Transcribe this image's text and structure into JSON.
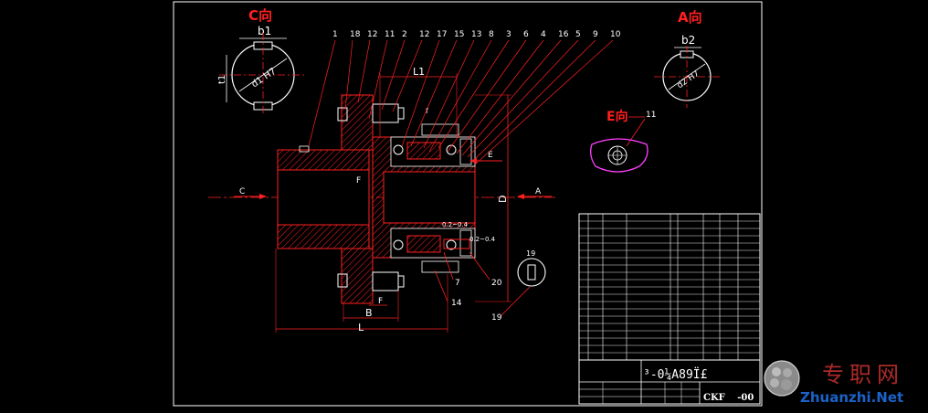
{
  "drawing": {
    "title_block_text": "³-0¼A89Ï£",
    "drawing_number": "CKF　 -00",
    "view_c_label": "C向",
    "view_a_label": "A向",
    "view_e_label": "E向",
    "dim_b1": "b1",
    "dim_b2": "b2",
    "dim_t1": "t1",
    "dim_d1_h7": "d1 H7",
    "dim_d2_h7": "d2 H7",
    "dim_l1": "L1",
    "dim_l": "L",
    "dim_b": "B",
    "dim_f": "F",
    "dim_f_small": "f",
    "dim_d_big": "D",
    "gap_label": "0.2~0.4",
    "gap_label2": "0.2~0.4",
    "arrow_c": "C",
    "arrow_a": "A",
    "arrow_e": "E",
    "mid_label": "F",
    "balloons_top": [
      "1",
      "18",
      "12",
      "11",
      "2",
      "12",
      "17",
      "15",
      "13",
      "8",
      "3",
      "6",
      "4",
      "16",
      "5",
      "9",
      "10"
    ],
    "balloon_11": "11",
    "balloon_14": "14",
    "balloon_20": "20",
    "balloon_19": "19",
    "balloon_7": "7",
    "balloon_side": "19"
  },
  "watermark": {
    "cn": "专职网",
    "en": "Zhuanzhi.Net"
  },
  "colors": {
    "background": "#000000",
    "frame": "#ffffff",
    "part": "#ff2020",
    "magenta": "#ff40ff",
    "text": "#ffffff"
  }
}
